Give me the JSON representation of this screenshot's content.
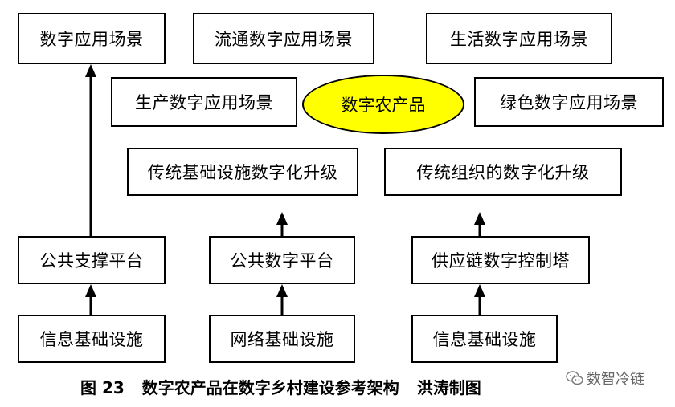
{
  "colors": {
    "ellipse_fill": "#ffff00",
    "stroke": "#000000",
    "watermark": "#666666"
  },
  "top_row": {
    "left": "数字应用场景",
    "middle": "流通数字应用场景",
    "right": "生活数字应用场景"
  },
  "second_row": {
    "left": "生产数字应用场景",
    "center": "数字农产品",
    "right": "绿色数字应用场景"
  },
  "upgrade_row": {
    "left": "传统基础设施数字化升级",
    "right": "传统组织的数字化升级"
  },
  "platform_row": {
    "left": "公共支撑平台",
    "middle": "公共数字平台",
    "right": "供应链数字控制塔"
  },
  "infra_row": {
    "left": "信息基础设施",
    "middle": "网络基础设施",
    "right": "信息基础设施"
  },
  "caption": {
    "figure_no": "图 23",
    "title": "数字农产品在数字乡村建设参考架构",
    "author": "洪涛制图"
  },
  "watermark": {
    "text": "数智冷链",
    "icon": "wechat-icon"
  }
}
